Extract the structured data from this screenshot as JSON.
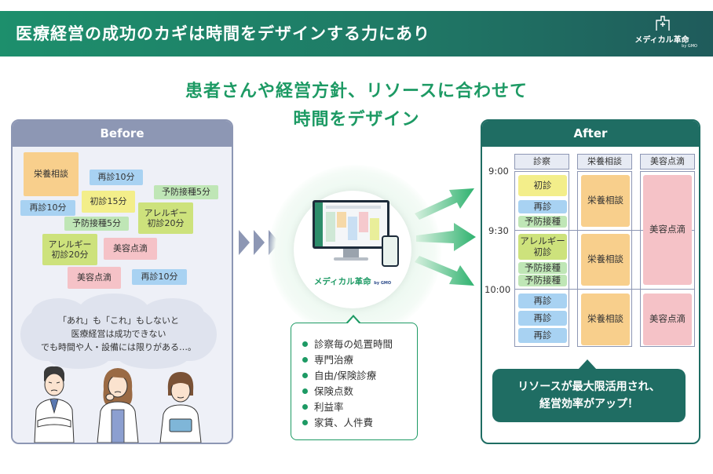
{
  "banner": {
    "title": "医療経営の成功のカギは時間をデザインする力にあり",
    "logo_text": "メディカル革命",
    "logo_by": "by GMO",
    "color": "#1d8f6c"
  },
  "headline": {
    "line1": "患者さんや経営方針、リソースに合わせて",
    "line2": "時間をデザイン",
    "color": "#1d9a64"
  },
  "before": {
    "title": "Before",
    "chips": [
      {
        "label": "栄養相談",
        "color": "orange"
      },
      {
        "label": "再診10分",
        "color": "blue"
      },
      {
        "label": "初診15分",
        "color": "yellow"
      },
      {
        "label": "予防接種5分",
        "color": "green"
      },
      {
        "label": "再診10分",
        "color": "blue"
      },
      {
        "label": "予防接種5分",
        "color": "green"
      },
      {
        "label": "アレルギー\n初診20分",
        "color": "lime"
      },
      {
        "label": "アレルギー\n初診20分",
        "color": "lime"
      },
      {
        "label": "美容点滴",
        "color": "pink"
      },
      {
        "label": "美容点滴",
        "color": "pink"
      },
      {
        "label": "再診10分",
        "color": "blue"
      }
    ],
    "thought_line1": "「あれ」も「これ」もしないと",
    "thought_line2": "医療経営は成功できない",
    "thought_line3": "でも時間や人・設備には限りがある…。"
  },
  "center": {
    "brand": "メディカル革命",
    "brand_by": "by GMO",
    "factors": [
      "診察毎の処置時間",
      "専門治療",
      "自由/保険診療",
      "保険点数",
      "利益率",
      "家賃、人件費"
    ]
  },
  "after": {
    "title": "After",
    "columns": [
      "診察",
      "栄養相談",
      "美容点滴"
    ],
    "times": [
      "9:00",
      "9:30",
      "10:00"
    ],
    "col1": [
      {
        "label": "初診",
        "color": "yellow"
      },
      {
        "label": "再診",
        "color": "blue"
      },
      {
        "label": "予防接種",
        "color": "green"
      },
      {
        "label": "アレルギー\n初診",
        "color": "lime"
      },
      {
        "label": "予防接種",
        "color": "green"
      },
      {
        "label": "予防接種",
        "color": "green"
      },
      {
        "label": "再診",
        "color": "blue"
      },
      {
        "label": "再診",
        "color": "blue"
      },
      {
        "label": "再診",
        "color": "blue"
      }
    ],
    "col2": [
      {
        "label": "栄養相談",
        "color": "orange"
      },
      {
        "label": "栄養相談",
        "color": "orange"
      },
      {
        "label": "栄養相談",
        "color": "orange"
      }
    ],
    "col3": [
      {
        "label": "美容点滴",
        "color": "pink"
      },
      {
        "label": "美容点滴",
        "color": "pink"
      }
    ],
    "callout_line1": "リソースが最大限活用され、",
    "callout_line2": "経営効率がアップ！"
  }
}
